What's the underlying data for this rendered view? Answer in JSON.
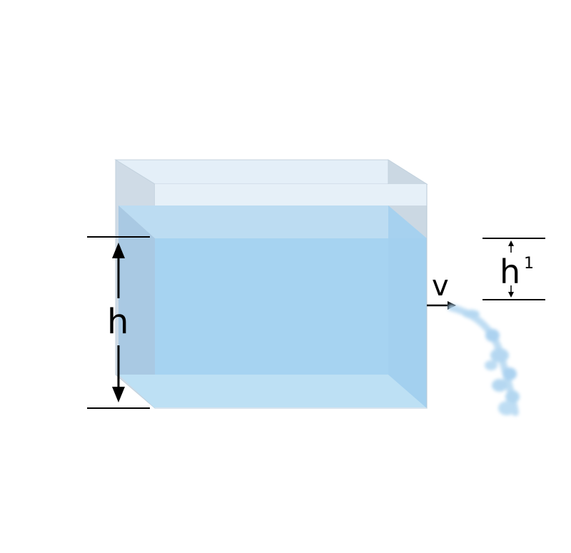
{
  "labels": {
    "height": "h",
    "velocity": "v",
    "small_height": "h",
    "small_height_sup": "1"
  },
  "colors": {
    "water": "#9fd0f1",
    "water_front": "#a6d2f1",
    "glass": "#dbe8f3",
    "glass_edge": "#b9c9d6",
    "jet": "#a9d1ef",
    "ink": "#000000"
  },
  "icons": {
    "height_arrow": "double-headed-vertical-arrow",
    "velocity_arrow": "right-arrow",
    "jet": "water-jet-spray"
  }
}
